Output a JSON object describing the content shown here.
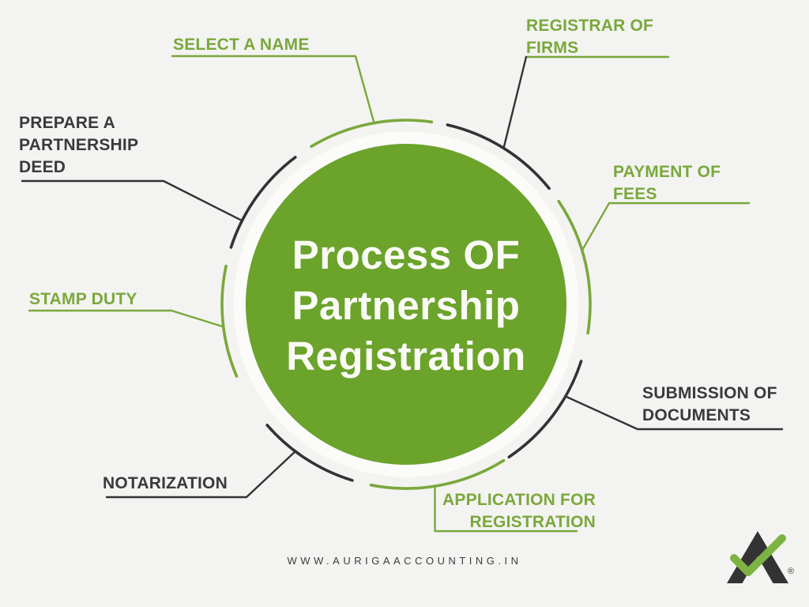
{
  "title": "Process OF Partnership Registration",
  "center": {
    "lines": [
      "Process OF",
      "Partnership",
      "Registration"
    ]
  },
  "labels": {
    "prepare": {
      "lines": [
        "PREPARE A",
        "PARTNERSHIP",
        "DEED"
      ],
      "color": "dark"
    },
    "select": {
      "lines": [
        "SELECT A NAME"
      ],
      "color": "green"
    },
    "registrar": {
      "lines": [
        "REGISTRAR OF",
        "FIRMS"
      ],
      "color": "green"
    },
    "payment": {
      "lines": [
        "PAYMENT OF",
        "FEES"
      ],
      "color": "green"
    },
    "stamp": {
      "lines": [
        "STAMP DUTY"
      ],
      "color": "green"
    },
    "submission": {
      "lines": [
        "SUBMISSION OF",
        "DOCUMENTS"
      ],
      "color": "dark"
    },
    "notarization": {
      "lines": [
        "NOTARIZATION"
      ],
      "color": "dark"
    },
    "application": {
      "lines": [
        "APPLICATION FOR",
        "REGISTRATION"
      ],
      "color": "green"
    }
  },
  "footer": {
    "website": "WWW.AURIGAACCOUNTING.IN"
  },
  "logo": {
    "name": "auriga-accounting-logo",
    "registered_mark": "®"
  },
  "colors": {
    "background": "#f3f3f1",
    "circle_green": "#6ba32b",
    "accent_green": "#7aa83c",
    "dark": "#333333",
    "label_dark": "#3a3a3a",
    "center_text": "#fafaf5",
    "footer_text": "#3d3d3d",
    "logo_check_green": "#7cb342"
  }
}
